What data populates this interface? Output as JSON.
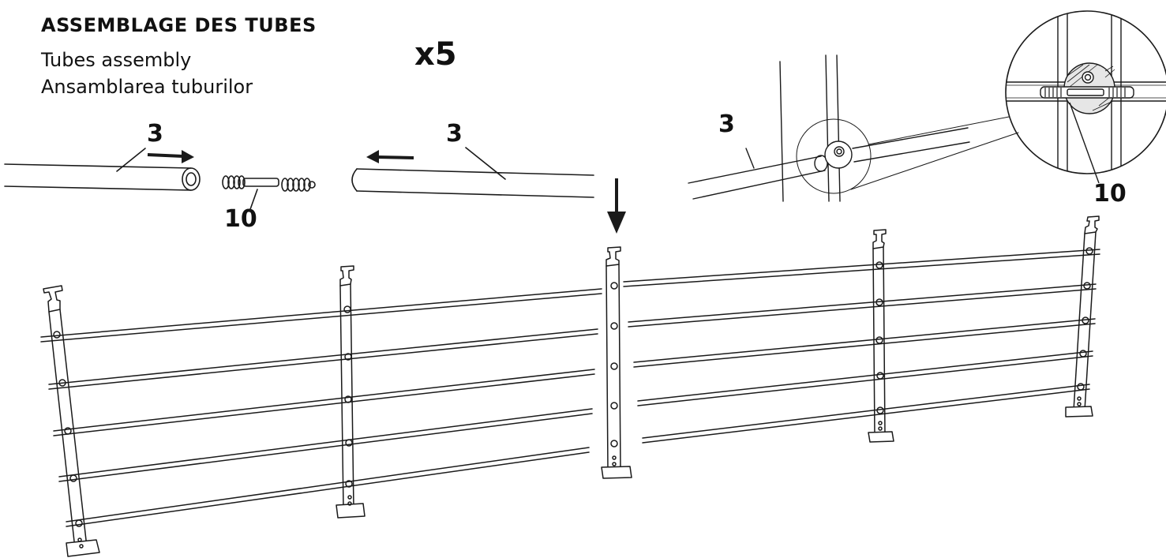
{
  "header": {
    "title_fr": "ASSEMBLAGE DES TUBES",
    "title_en": "Tubes assembly",
    "title_ro": "Ansamblarea tuburilor",
    "quantity": "x5"
  },
  "labels": {
    "tube": "3",
    "connector": "10"
  },
  "colors": {
    "line": "#1a1a1a",
    "background": "#ffffff"
  }
}
